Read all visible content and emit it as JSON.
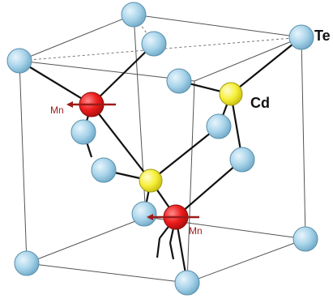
{
  "labels": {
    "te": "Te",
    "cd": "Cd",
    "mn_left": "Mn",
    "mn_right": "Mn"
  },
  "colors": {
    "te_atom": "#a9d4ea",
    "cd_atom": "#f7f03a",
    "mn_atom": "#ee1c1c",
    "spin_arrow": "#9e1b1b",
    "mn_label": "#9e1b1b"
  }
}
